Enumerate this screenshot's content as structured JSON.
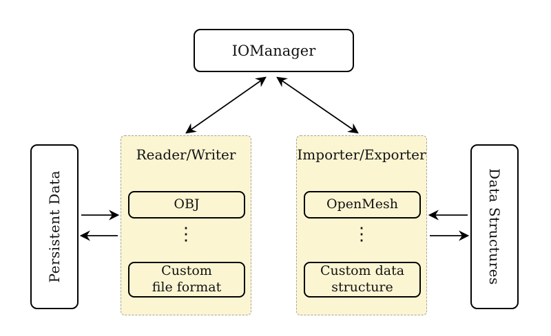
{
  "diagram": {
    "iomanager": "IOManager",
    "persistent_data": "Persistent Data",
    "data_structures": "Data Structures",
    "reader_writer": {
      "title": "Reader/Writer",
      "items": [
        "OBJ",
        "Custom\nfile format"
      ],
      "dots": "⋮"
    },
    "importer_exporter": {
      "title": "Importer/Exporter",
      "items": [
        "OpenMesh",
        "Custom data\nstructure"
      ],
      "dots": "⋮"
    },
    "colors": {
      "container_fill": "#fbf5d2",
      "container_border": "#a3a39b",
      "box_border": "#000000",
      "node_fill": "#ffffff",
      "arrow": "#000000"
    }
  }
}
